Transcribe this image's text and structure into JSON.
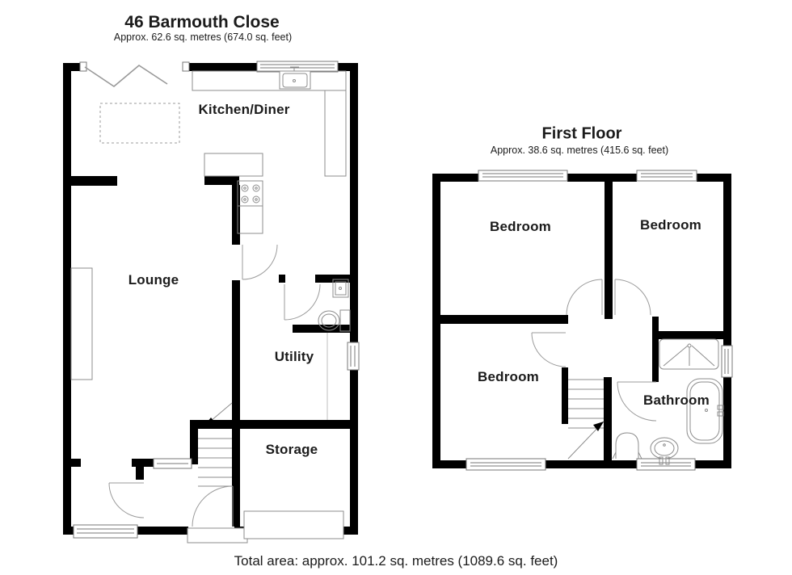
{
  "page": {
    "background": "#ffffff"
  },
  "ground_floor": {
    "title": "46 Barmouth Close",
    "subtitle": "Approx. 62.6 sq. metres (674.0 sq. feet)",
    "rooms": {
      "kitchen_diner": "Kitchen/Diner",
      "lounge": "Lounge",
      "utility": "Utility",
      "storage": "Storage"
    }
  },
  "first_floor": {
    "title": "First Floor",
    "subtitle": "Approx. 38.6 sq. metres (415.6 sq. feet)",
    "rooms": {
      "bedroom_1": "Bedroom",
      "bedroom_2": "Bedroom",
      "bedroom_3": "Bedroom",
      "bathroom": "Bathroom"
    }
  },
  "footer": {
    "total_area": "Total area: approx. 101.2 sq. metres (1089.6 sq. feet)"
  },
  "colors": {
    "wall": "#000000",
    "fixture_line": "#8c8c8c",
    "text": "#1b1b1b",
    "background": "#ffffff"
  }
}
